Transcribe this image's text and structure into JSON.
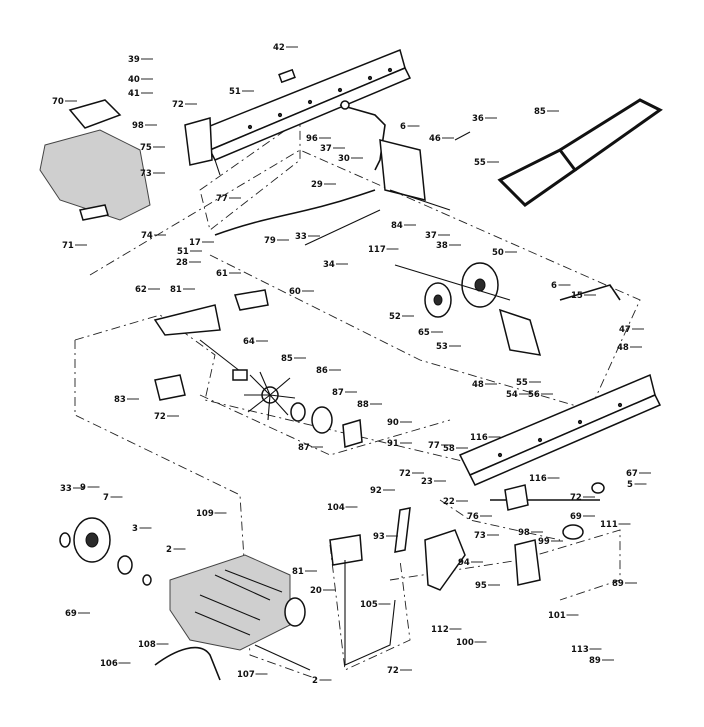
{
  "callouts": [
    {
      "id": "c0",
      "text": "39"
    },
    {
      "id": "c1",
      "text": "40"
    },
    {
      "id": "c2",
      "text": "41"
    },
    {
      "id": "c3",
      "text": "42"
    },
    {
      "id": "c4",
      "text": "70"
    },
    {
      "id": "c5",
      "text": "72"
    },
    {
      "id": "c6",
      "text": "51"
    },
    {
      "id": "c7",
      "text": "98"
    },
    {
      "id": "c8",
      "text": "75"
    },
    {
      "id": "c9",
      "text": "73"
    },
    {
      "id": "c10",
      "text": "77"
    },
    {
      "id": "c11",
      "text": "96"
    },
    {
      "id": "c12",
      "text": "37"
    },
    {
      "id": "c13",
      "text": "30"
    },
    {
      "id": "c14",
      "text": "6"
    },
    {
      "id": "c15",
      "text": "46"
    },
    {
      "id": "c16",
      "text": "36"
    },
    {
      "id": "c17",
      "text": "85"
    },
    {
      "id": "c18",
      "text": "55"
    },
    {
      "id": "c19",
      "text": "29"
    },
    {
      "id": "c20",
      "text": "84"
    },
    {
      "id": "c21",
      "text": "37"
    },
    {
      "id": "c22",
      "text": "38"
    },
    {
      "id": "c23",
      "text": "71"
    },
    {
      "id": "c24",
      "text": "74"
    },
    {
      "id": "c25",
      "text": "17"
    },
    {
      "id": "c26",
      "text": "79"
    },
    {
      "id": "c27",
      "text": "51"
    },
    {
      "id": "c28",
      "text": "28"
    },
    {
      "id": "c29",
      "text": "33"
    },
    {
      "id": "c30",
      "text": "34"
    },
    {
      "id": "c31",
      "text": "117"
    },
    {
      "id": "c32",
      "text": "50"
    },
    {
      "id": "c33",
      "text": "61"
    },
    {
      "id": "c34",
      "text": "62"
    },
    {
      "id": "c35",
      "text": "81"
    },
    {
      "id": "c36",
      "text": "60"
    },
    {
      "id": "c37",
      "text": "6"
    },
    {
      "id": "c38",
      "text": "15"
    },
    {
      "id": "c39",
      "text": "52"
    },
    {
      "id": "c40",
      "text": "65"
    },
    {
      "id": "c41",
      "text": "47"
    },
    {
      "id": "c42",
      "text": "53"
    },
    {
      "id": "c43",
      "text": "48"
    },
    {
      "id": "c44",
      "text": "64"
    },
    {
      "id": "c45",
      "text": "85"
    },
    {
      "id": "c46",
      "text": "83"
    },
    {
      "id": "c47",
      "text": "72"
    },
    {
      "id": "c48",
      "text": "86"
    },
    {
      "id": "c49",
      "text": "48"
    },
    {
      "id": "c50",
      "text": "55"
    },
    {
      "id": "c51",
      "text": "54"
    },
    {
      "id": "c52",
      "text": "56"
    },
    {
      "id": "c53",
      "text": "87"
    },
    {
      "id": "c54",
      "text": "88"
    },
    {
      "id": "c55",
      "text": "90"
    },
    {
      "id": "c56",
      "text": "91"
    },
    {
      "id": "c57",
      "text": "87"
    },
    {
      "id": "c58",
      "text": "116"
    },
    {
      "id": "c59",
      "text": "77"
    },
    {
      "id": "c60",
      "text": "58"
    },
    {
      "id": "c61",
      "text": "67"
    },
    {
      "id": "c62",
      "text": "116"
    },
    {
      "id": "c63",
      "text": "5"
    },
    {
      "id": "c64",
      "text": "33"
    },
    {
      "id": "c65",
      "text": "9"
    },
    {
      "id": "c66",
      "text": "7"
    },
    {
      "id": "c67",
      "text": "72"
    },
    {
      "id": "c68",
      "text": "92"
    },
    {
      "id": "c69",
      "text": "23"
    },
    {
      "id": "c70",
      "text": "72"
    },
    {
      "id": "c71",
      "text": "76"
    },
    {
      "id": "c72",
      "text": "69"
    },
    {
      "id": "c73",
      "text": "111"
    },
    {
      "id": "c74",
      "text": "104"
    },
    {
      "id": "c75",
      "text": "22"
    },
    {
      "id": "c76",
      "text": "73"
    },
    {
      "id": "c77",
      "text": "109"
    },
    {
      "id": "c78",
      "text": "93"
    },
    {
      "id": "c79",
      "text": "3"
    },
    {
      "id": "c80",
      "text": "94"
    },
    {
      "id": "c81",
      "text": "98"
    },
    {
      "id": "c82",
      "text": "99"
    },
    {
      "id": "c83",
      "text": "2"
    },
    {
      "id": "c84",
      "text": "81"
    },
    {
      "id": "c85",
      "text": "95"
    },
    {
      "id": "c86",
      "text": "89"
    },
    {
      "id": "c87",
      "text": "20"
    },
    {
      "id": "c88",
      "text": "105"
    },
    {
      "id": "c89",
      "text": "69"
    },
    {
      "id": "c90",
      "text": "112"
    },
    {
      "id": "c91",
      "text": "101"
    },
    {
      "id": "c92",
      "text": "108"
    },
    {
      "id": "c93",
      "text": "100"
    },
    {
      "id": "c94",
      "text": "113"
    },
    {
      "id": "c95",
      "text": "106"
    },
    {
      "id": "c96",
      "text": "72"
    },
    {
      "id": "c97",
      "text": "89"
    },
    {
      "id": "c98",
      "text": "107"
    },
    {
      "id": "c99",
      "text": "2"
    }
  ]
}
